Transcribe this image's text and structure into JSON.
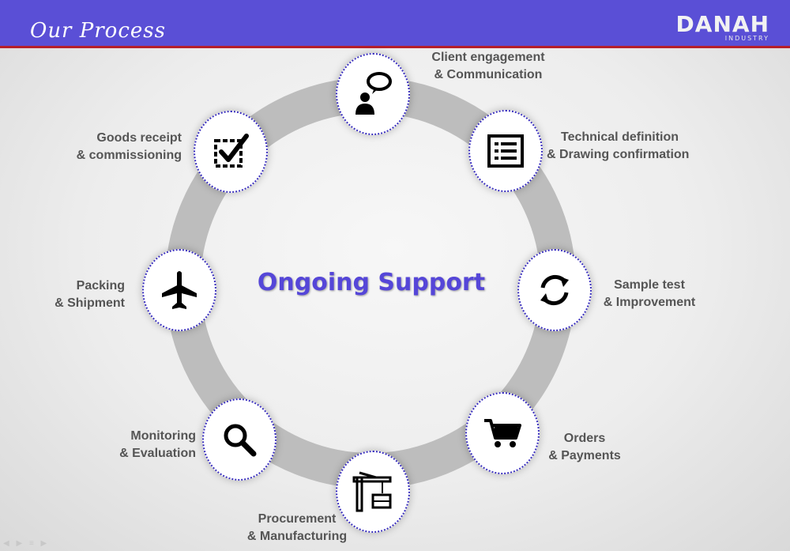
{
  "header": {
    "title": "Our Process",
    "logo_main": "DANAH",
    "logo_sub": "INDUSTRY"
  },
  "diagram": {
    "center_label": "Ongoing Support",
    "steps": [
      {
        "icon": "speech-bubble-person-icon",
        "line1": "Client engagement",
        "line2": "& Communication"
      },
      {
        "icon": "document-list-icon",
        "line1": "Technical definition",
        "line2": "& Drawing confirmation"
      },
      {
        "icon": "refresh-arrows-icon",
        "line1": "Sample test",
        "line2": "& Improvement"
      },
      {
        "icon": "shopping-cart-icon",
        "line1": "Orders",
        "line2": "& Payments"
      },
      {
        "icon": "crane-icon",
        "line1": "Procurement",
        "line2": "& Manufacturing"
      },
      {
        "icon": "magnifier-icon",
        "line1": "Monitoring",
        "line2": "& Evaluation"
      },
      {
        "icon": "airplane-icon",
        "line1": "Packing",
        "line2": "& Shipment"
      },
      {
        "icon": "checkbox-icon",
        "line1": "Goods receipt",
        "line2": "& commissioning"
      }
    ]
  },
  "colors": {
    "header_bg": "#5a4fd6",
    "header_rule": "#b51f2b",
    "center_text": "#5546d8",
    "ring": "#bdbdbd",
    "node_border": "#3a2fbf"
  }
}
